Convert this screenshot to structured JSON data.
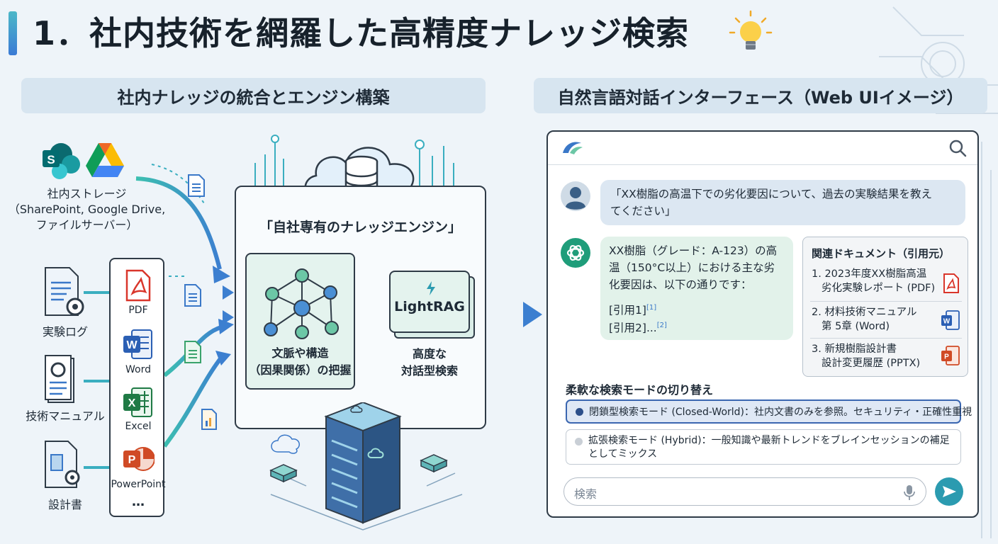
{
  "title": "1．社内技術を網羅した高精度ナレッジ検索",
  "left_section": {
    "header": "社内ナレッジの統合とエンジン構築",
    "storage_label": [
      "社内ストレージ",
      "（SharePoint, Google Drive,",
      "ファイルサーバー）"
    ],
    "sources": [
      "実験ログ",
      "技術マニュアル",
      "設計書"
    ],
    "file_types": [
      "PDF",
      "Word",
      "Excel",
      "PowerPoint",
      "…"
    ],
    "engine_title": "「自社専有のナレッジエンジン」",
    "graph_label": [
      "文脈や構造",
      "（因果関係）の把握"
    ],
    "lightrag_label": "LightRAG",
    "search_label": [
      "高度な",
      "対話型検索"
    ]
  },
  "right_section": {
    "header": "自然言語対話インターフェース（Web UIイメージ）",
    "user_message": [
      "「XX樹脂の高温下での劣化要因について、過去の実験結果を教え",
      "てください」"
    ],
    "ai_message": [
      "XX樹脂（グレード：A-123）の高",
      "温（150°C以上）における主な劣",
      "化要因は、以下の通りです："
    ],
    "citations": [
      {
        "text": "[引用1]",
        "sup": "[1]"
      },
      {
        "text": "[引用2]...",
        "sup": "[2]"
      }
    ],
    "refs_title": "関連ドキュメント（引用元）",
    "refs": [
      {
        "lines": [
          "1. 2023年度XX樹脂高温",
          "劣化実験レポート (PDF)"
        ],
        "icon": "pdf"
      },
      {
        "lines": [
          "2. 材料技術マニュアル",
          "第 5章 (Word)"
        ],
        "icon": "word"
      },
      {
        "lines": [
          "3. 新規樹脂設計書",
          "設計変更履歴 (PPTX)"
        ],
        "icon": "pptx"
      }
    ],
    "mode_title": "柔軟な検索モードの切り替え",
    "modes": [
      {
        "label": "閉鎖型検索モード (Closed-World)：社内文書のみを参照。セキュリティ・正確性重視",
        "selected": true
      },
      {
        "label": "拡張検索モード (Hybrid)：一般知識や最新トレンドをブレインセッションの補足",
        "label2": "としてミックス",
        "selected": false
      }
    ],
    "search_placeholder": "検索"
  },
  "colors": {
    "accent": "#2b9bb0",
    "dark": "#1e2a36",
    "node_blue": "#4a8fd4",
    "node_green": "#6cc7a6",
    "arrow_teal": "#3aaec0",
    "pdf_red": "#d9362b",
    "word_blue": "#2b5fb4",
    "excel_green": "#1f7a45",
    "ppt_orange": "#d04a25"
  }
}
